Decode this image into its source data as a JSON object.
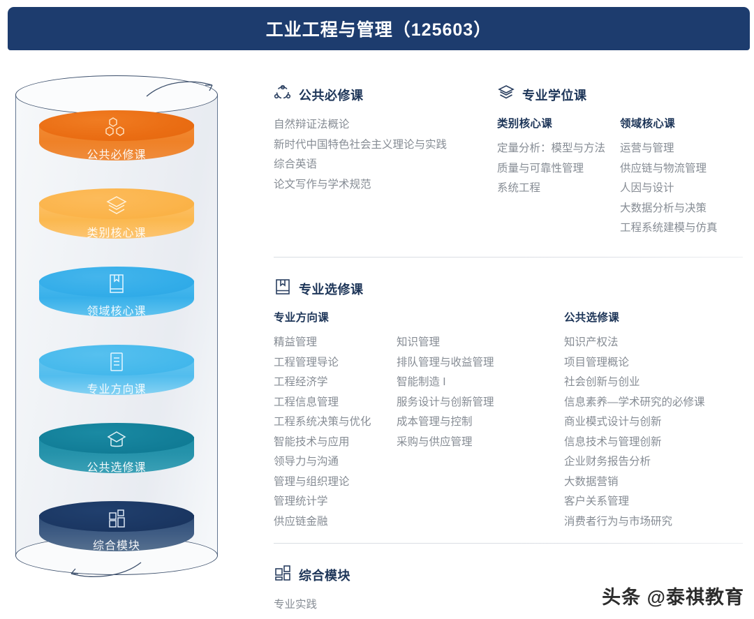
{
  "header": {
    "title": "工业工程与管理（125603）",
    "bg_color": "#1d3c6e"
  },
  "cylinder": {
    "layers": [
      {
        "label": "公共必修课",
        "icon": "honeycomb-icon",
        "color": "#ee7516"
      },
      {
        "label": "类别核心课",
        "icon": "layers-icon",
        "color": "#fbb44b"
      },
      {
        "label": "领域核心课",
        "icon": "book-icon",
        "color": "#33ade9"
      },
      {
        "label": "专业方向课",
        "icon": "document-icon",
        "color": "#46b9ec"
      },
      {
        "label": "公共选修课",
        "icon": "graduation-cap-icon",
        "color": "#127e98"
      },
      {
        "label": "综合模块",
        "icon": "grid-icon",
        "color": "#1b3763"
      }
    ]
  },
  "sections": {
    "public_required": {
      "icon": "network-nodes-icon",
      "title": "公共必修课",
      "courses": [
        "自然辩证法概论",
        "新时代中国特色社会主义理论与实践",
        "综合英语",
        "论文写作与学术规范"
      ]
    },
    "professional_degree": {
      "icon": "layers-icon",
      "title": "专业学位课",
      "groups": [
        {
          "title": "类别核心课",
          "courses": [
            "定量分析：模型与方法",
            "质量与可靠性管理",
            "系统工程"
          ]
        },
        {
          "title": "领域核心课",
          "courses": [
            "运营与管理",
            "供应链与物流管理",
            "人因与设计",
            "大数据分析与决策",
            "工程系统建模与仿真"
          ]
        }
      ]
    },
    "professional_elective": {
      "icon": "book-bookmark-icon",
      "title": "专业选修课",
      "groups": [
        {
          "title": "专业方向课",
          "columns": [
            [
              "精益管理",
              "工程管理导论",
              "工程经济学",
              "工程信息管理",
              "工程系统决策与优化",
              "智能技术与应用",
              "领导力与沟通",
              "管理与组织理论",
              "管理统计学",
              "供应链金融"
            ],
            [
              "知识管理",
              "排队管理与收益管理",
              "智能制造 I",
              "服务设计与创新管理",
              "成本管理与控制",
              "采购与供应管理"
            ]
          ]
        },
        {
          "title": "公共选修课",
          "courses": [
            "知识产权法",
            "项目管理概论",
            "社会创新与创业",
            "信息素养—学术研究的必修课",
            "商业模式设计与创新",
            "信息技术与管理创新",
            "企业财务报告分析",
            "大数据营销",
            "客户关系管理",
            "消费者行为与市场研究"
          ]
        }
      ]
    },
    "comprehensive": {
      "icon": "grid-icon",
      "title": "综合模块",
      "courses": [
        "专业实践"
      ]
    }
  },
  "watermark": {
    "text": "头条 @泰祺教育"
  }
}
